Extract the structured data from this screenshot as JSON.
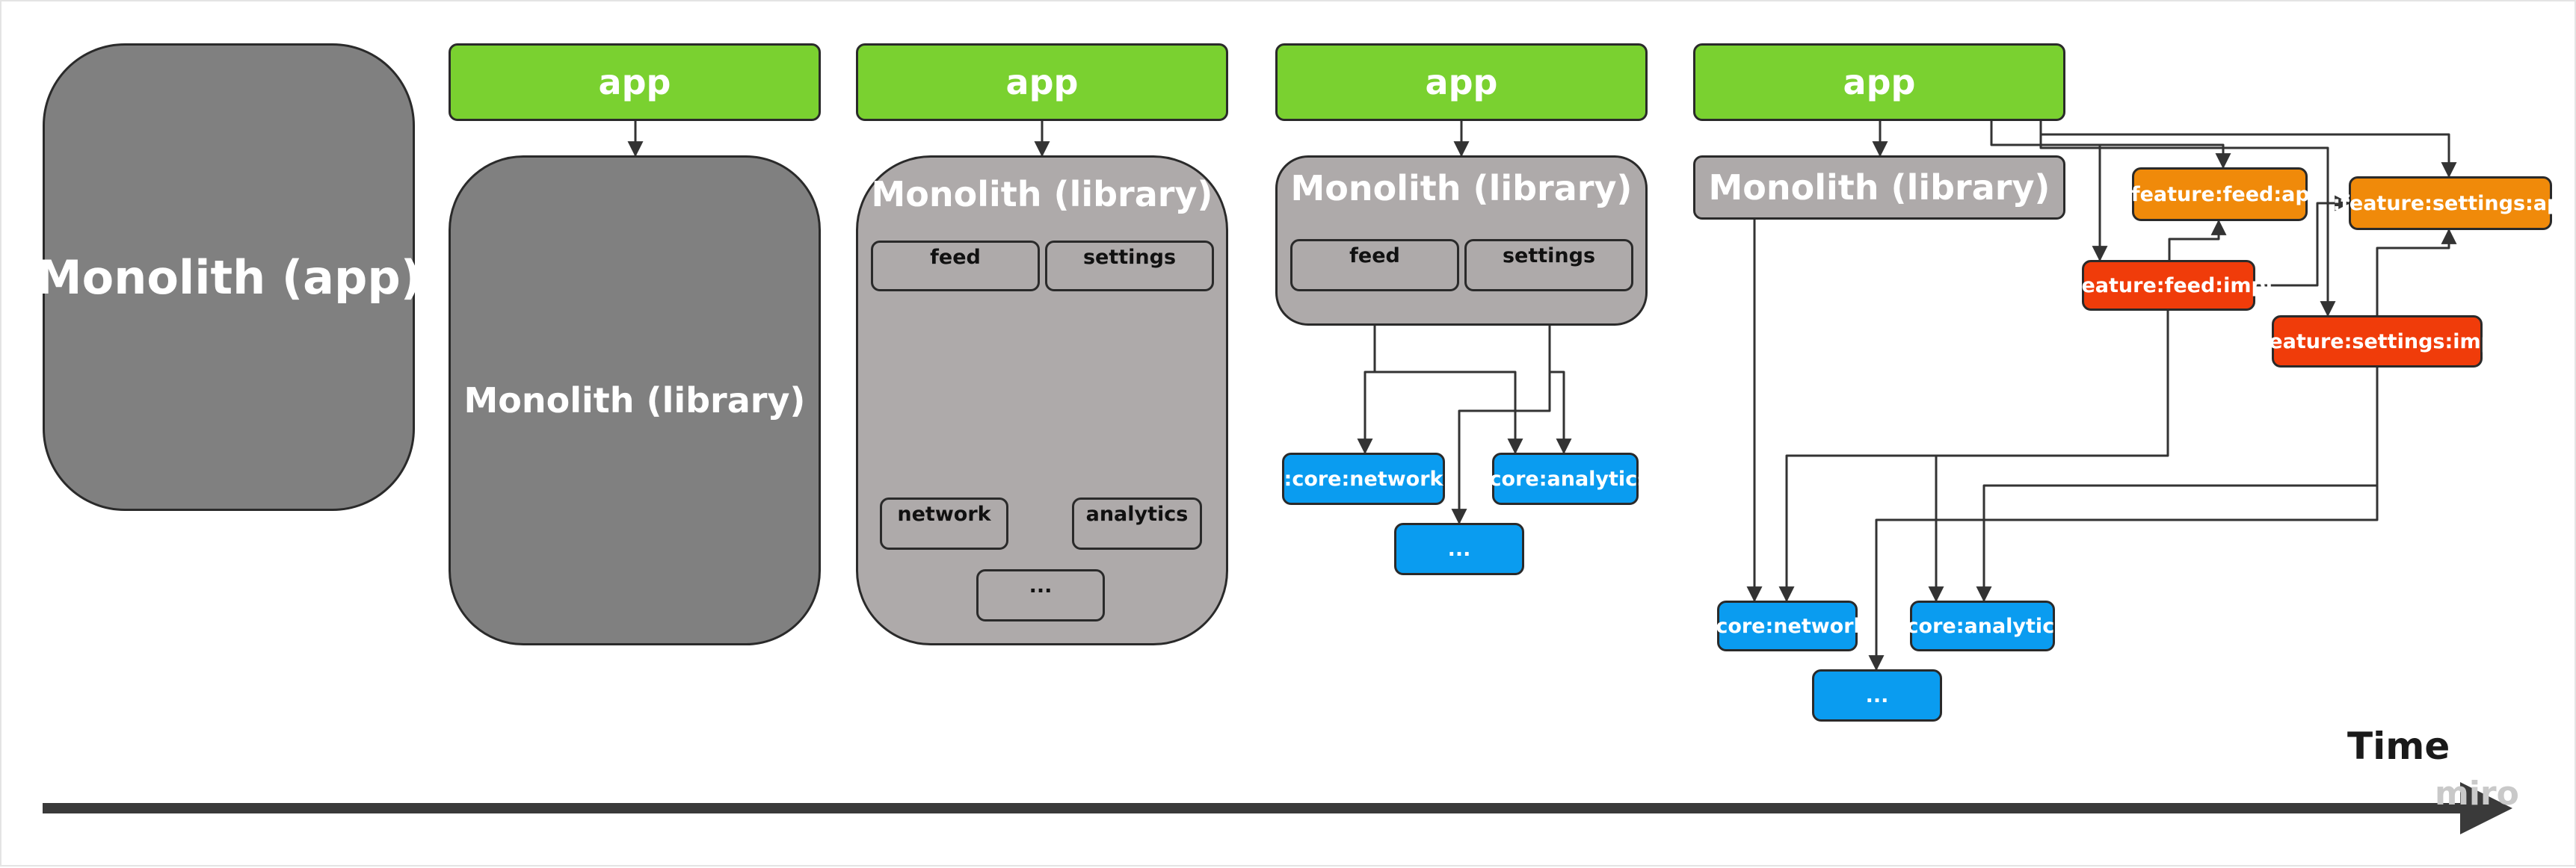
{
  "stages": [
    {
      "monolith": "Monolith (app)"
    },
    {
      "app": "app",
      "library": "Monolith (library)"
    },
    {
      "app": "app",
      "library": "Monolith (library)",
      "modules": {
        "feed": "feed",
        "settings": "settings",
        "network": "network",
        "analytics": "analytics",
        "more": "..."
      }
    },
    {
      "app": "app",
      "library": "Monolith (library)",
      "modules": {
        "feed": "feed",
        "settings": "settings"
      },
      "core": {
        "network": ":core:network",
        "analytics": ":core:analytics",
        "more": "..."
      }
    },
    {
      "app": "app",
      "library": "Monolith (library)",
      "features": {
        "feed_api": ":feature:feed:api",
        "feed_impl": ":feature:feed:impl",
        "settings_api": ":feature:settings:api",
        "settings_impl": ":feature:settings:impl"
      },
      "core": {
        "network": ":core:network",
        "analytics": ":core:analytics",
        "more": "..."
      }
    }
  ],
  "timeline": {
    "label": "Time"
  },
  "watermark": "miro",
  "colors": {
    "app": "#7ad130",
    "monolith_dark": "#808080",
    "monolith_light": "#aeaaaa",
    "core": "#0a9cf0",
    "feature_api": "#f08a0a",
    "feature_impl": "#f03c0a",
    "edge": "#333333"
  }
}
